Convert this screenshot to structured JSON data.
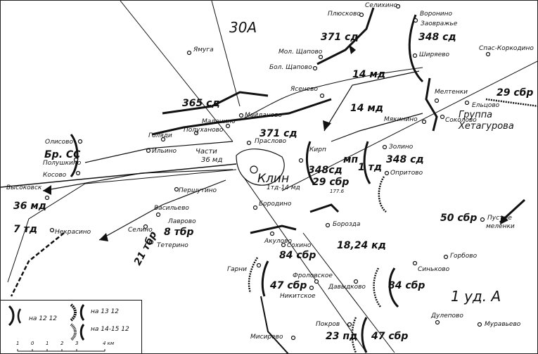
{
  "armies": {
    "a30": "30А",
    "a1ud": "1 уд. А",
    "group": [
      "Группа",
      "Хетагурова"
    ]
  },
  "units": {
    "sd371_n": "371 сд",
    "sd348_n": "348 сд",
    "md14_a": "14 мд",
    "md14_b": "14 мд",
    "sbr29_e": "29 сбр",
    "sd365": "365 сд",
    "sd371_c": "371 сд",
    "brcc": "Бр. СС",
    "chasti": "Части",
    "md36_c": "36 мд",
    "mp": "мп",
    "sd348_e": "348 сд",
    "td1": "1 тд",
    "sd348_w": "348сд",
    "sbr29_w": "29 сбр",
    "td_md": "1тд-14 мд",
    "md36_w": "36 мд",
    "td7": "7 тд",
    "tbr8": "8 тбр",
    "tbr21": "21 тбр",
    "sbr50": "50 сбр",
    "sbr84_a": "84 сбр",
    "kd": "18,24 кд",
    "sbr47_a": "47 сбр",
    "sbr84_b": "84 сбр",
    "pd23": "23 пд",
    "sbr47_b": "47 сбр"
  },
  "places": {
    "klin": "Клин",
    "selikhino": "Селихино",
    "pluskovo": "Плюсково",
    "mol_schapovo": "Мол. Щапово",
    "bol_schapovo": "Бол. Щапово",
    "voronino": "Воронино",
    "zaovrazhye": "Заовражье",
    "shiryaevo": "Ширяево",
    "spas": "Спас-Коркодино",
    "yamuga": "Ямуга",
    "yasenevo": "Ясенево",
    "meltenki": "Мелтенки",
    "eltsovo": "Ельцово",
    "myakinino": "Мякинино",
    "sokolovo": "Соколово",
    "maydanovo": "Майданово",
    "malanino": "Маланино",
    "polukhanovo": "Полуханово",
    "golyadi": "Голяди",
    "praslovo": "Праслово",
    "olisovo": "Олисово",
    "polushkino": "Полушкино",
    "kosovo": "Косово",
    "ilyino": "Ильино",
    "kirp": "Кирп",
    "zolino": "Золино",
    "opritovo": "Опритово",
    "h1776": "177.6",
    "vysokovsk": "Высоковск",
    "nekrasino": "Некрасино",
    "pershutino": "Першутино",
    "vasilyevo": "Васильево",
    "lavrovo": "Лаврово",
    "selino": "Селино",
    "teterino": "Тетерино",
    "borodino": "Бородино",
    "borozda": "Борозда",
    "pustye": [
      "Пустые",
      "меленки"
    ],
    "akulovo": "Акулово",
    "sokhino": "Сохино",
    "gorbovo": "Горбово",
    "sinkovo": "Синьково",
    "garni": "Гарни",
    "frolovskoe": "Фроловское",
    "davydkovo": "Давыдково",
    "nikitskoe": "Никитское",
    "dulepovo": "Дулепово",
    "muravyevo": "Муравьево",
    "pokrov": "Покров",
    "misirevo": "Мисирево"
  },
  "legend": {
    "d1212": "на 12 12",
    "d1312": "на 13 12",
    "d141512": "на 14-15 12",
    "scale": [
      "1",
      "0",
      "1",
      "2",
      "3",
      "4 км"
    ]
  },
  "colors": {
    "ink": "#111111",
    "paper": "#ffffff"
  }
}
